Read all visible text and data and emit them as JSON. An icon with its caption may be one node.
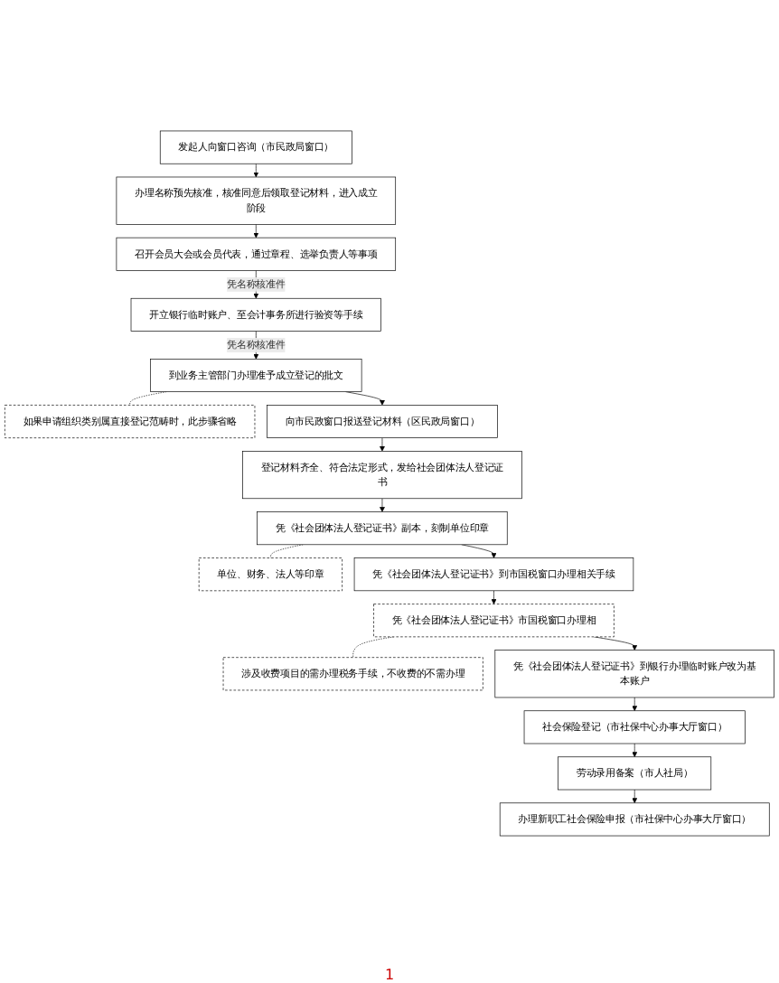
{
  "diagram": {
    "nodes": [
      {
        "text": [
          "发起人向窗口咨询（市民政局窗口）"
        ]
      },
      {
        "text": [
          "办理名称预先核准，核准同意后领取登记材料，进入成立阶段"
        ]
      },
      {
        "text": [
          "召开会员大会或会员代表，通过章程、选举负责人等事项"
        ]
      },
      {
        "text": [
          "开立银行临时账户、至会计事务所进行验资等手续"
        ]
      },
      {
        "text": [
          "到业务主管部门办理准予成立登记的批文"
        ]
      },
      {
        "text": [
          "如果申请组织类别属直接登记范畴时，此步骤省略"
        ]
      },
      {
        "text": [
          "向市民政窗口报送登记材料（区民政局窗口）"
        ]
      },
      {
        "text": [
          "登记材料齐全、符合法定形式，发给社会团体法人登记证书"
        ]
      },
      {
        "text": [
          "凭《社会团体法人登记证书》副本，刻制单位印章"
        ]
      },
      {
        "text": [
          "单位、财务、法人等印章"
        ]
      },
      {
        "text": [
          "凭《社会团体法人登记证书》到市国税窗口办理相关手续"
        ]
      },
      {
        "text": [
          "凭《社会团体法人登记证书》市国税窗口办理相"
        ]
      },
      {
        "text": [
          "涉及收费项目的需办理税务手续，不收费的不需办理"
        ]
      },
      {
        "text": [
          "凭《社会团体法人登记证书》到银行办理临时账户改为基本账户"
        ]
      },
      {
        "text": [
          "社会保险登记（市社保中心办事大厅窗口）"
        ]
      },
      {
        "text": [
          "劳动录用备案（市人社局）"
        ]
      },
      {
        "text": [
          "办理新职工社会保险申报（市社保中心办事大厅窗口）"
        ]
      }
    ],
    "edges": [
      {
        "from": 0,
        "to": 1,
        "arrow": "to"
      },
      {
        "from": 1,
        "to": 2,
        "arrow": "to"
      },
      {
        "from": 2,
        "to": 3,
        "arrow": "to",
        "label": "凭名称核准件"
      },
      {
        "from": 3,
        "to": 4,
        "arrow": "to",
        "label": "凭名称核准件"
      },
      {
        "from": 4,
        "to": 5,
        "arrow": "none",
        "style": "dashed"
      },
      {
        "from": 4,
        "to": 6,
        "arrow": "to"
      },
      {
        "from": 6,
        "to": 7,
        "arrow": "to"
      },
      {
        "from": 7,
        "to": 8,
        "arrow": "to"
      },
      {
        "from": 8,
        "to": 9,
        "arrow": "none",
        "style": "dashed"
      },
      {
        "from": 8,
        "to": 10,
        "arrow": "to"
      },
      {
        "from": 10,
        "to": 11,
        "arrow": "to"
      },
      {
        "from": 11,
        "to": 12,
        "arrow": "none",
        "style": "dashed"
      },
      {
        "from": 11,
        "to": 13,
        "arrow": "to"
      },
      {
        "from": 13,
        "to": 14,
        "arrow": "to"
      },
      {
        "from": 14,
        "to": 15,
        "arrow": "to"
      },
      {
        "from": 15,
        "to": 16,
        "arrow": "to"
      }
    ],
    "labels": [
      "1"
    ]
  }
}
